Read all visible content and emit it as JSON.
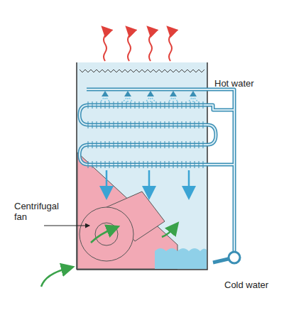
{
  "diagram": {
    "labels": [
      "Hot water",
      "Centrifugal fan",
      "Cold water"
    ]
  }
}
